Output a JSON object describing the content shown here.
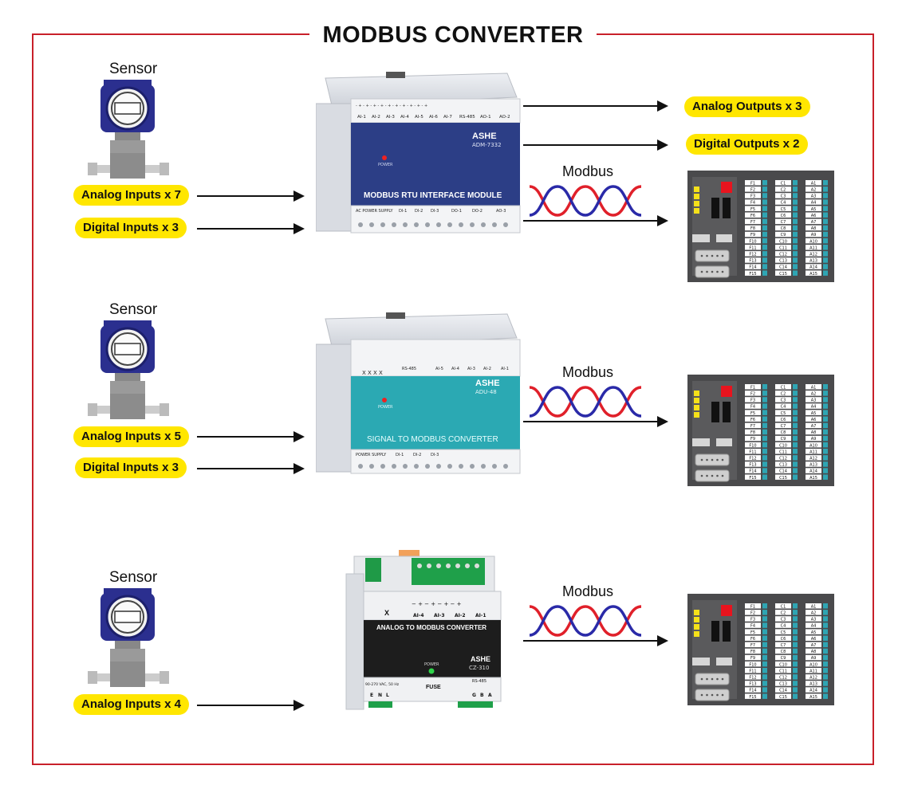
{
  "title": "MODBUS CONVERTER",
  "rows": [
    {
      "sensor_label": "Sensor",
      "inputs": [
        "Analog Inputs x 7",
        "Digital Inputs x 3"
      ],
      "outputs": [
        "Analog Outputs x 3",
        "Digital Outputs x 2"
      ],
      "modbus_label": "Modbus",
      "device": {
        "brand": "ASHE",
        "model": "ADM-7332",
        "name": "MODBUS RTU INTERFACE MODULE",
        "power": "POWER",
        "top_terminals": [
          "AI-1",
          "AI-2",
          "AI-3",
          "AI-4",
          "AI-5",
          "AI-6",
          "AI-7",
          "RS-485",
          "AO-1",
          "AO-2"
        ],
        "bottom_terminals": [
          "AC POWER SUPPLY",
          "DI-1",
          "DI-2",
          "DI-3",
          "DO-1",
          "DO-2",
          "AO-3"
        ],
        "color": "#2c3e86"
      }
    },
    {
      "sensor_label": "Sensor",
      "inputs": [
        "Analog Inputs x 5",
        "Digital Inputs x 3"
      ],
      "outputs": [],
      "modbus_label": "Modbus",
      "device": {
        "brand": "ASHE",
        "model": "ADU-48",
        "name": "SIGNAL TO MODBUS CONVERTER",
        "power": "POWER",
        "top_terminals": [
          "RS-485",
          "AI-5",
          "AI-4",
          "AI-3",
          "AI-2",
          "AI-1"
        ],
        "bottom_terminals": [
          "POWER SUPPLY",
          "DI-1",
          "DI-2",
          "DI-3"
        ],
        "color": "#2ba9b3"
      }
    },
    {
      "sensor_label": "Sensor",
      "inputs": [
        "Analog Inputs x 4"
      ],
      "outputs": [],
      "modbus_label": "Modbus",
      "device": {
        "brand": "ASHE",
        "model": "CZ-310",
        "name": "ANALOG TO MODBUS CONVERTER",
        "power": "POWER",
        "top_terminals": [
          "X",
          "AI-4",
          "AI-3",
          "AI-2",
          "AI-1"
        ],
        "bottom_terminals": [
          "90-270 VAC, 50 Hz",
          "FUSE",
          "RS-485"
        ],
        "bottom_pins": [
          "E",
          "N",
          "L",
          "G",
          "B",
          "A"
        ],
        "color": "#1d1d1d"
      }
    }
  ],
  "plc": {
    "columns": [
      [
        "F1",
        "F2",
        "F3",
        "F4",
        "F5",
        "F6",
        "F7",
        "F8",
        "F9",
        "F10",
        "F11",
        "F12",
        "F13",
        "F14",
        "F15"
      ],
      [
        "C1",
        "C2",
        "C3",
        "C4",
        "C5",
        "C6",
        "C7",
        "C8",
        "C9",
        "C10",
        "C11",
        "C12",
        "C13",
        "C14",
        "C15"
      ],
      [
        "A1",
        "A2",
        "A3",
        "A4",
        "A5",
        "A6",
        "A7",
        "A8",
        "A9",
        "A10",
        "A11",
        "A12",
        "A13",
        "A14",
        "A15"
      ]
    ]
  },
  "colors": {
    "frame": "#c8202a",
    "pill": "#ffe600",
    "wave_red": "#e0202a",
    "wave_blue": "#2a2aa8",
    "plc_body": "#4a4a4c",
    "plc_led_yellow": "#f5e11a",
    "plc_led_red": "#e8141e"
  }
}
